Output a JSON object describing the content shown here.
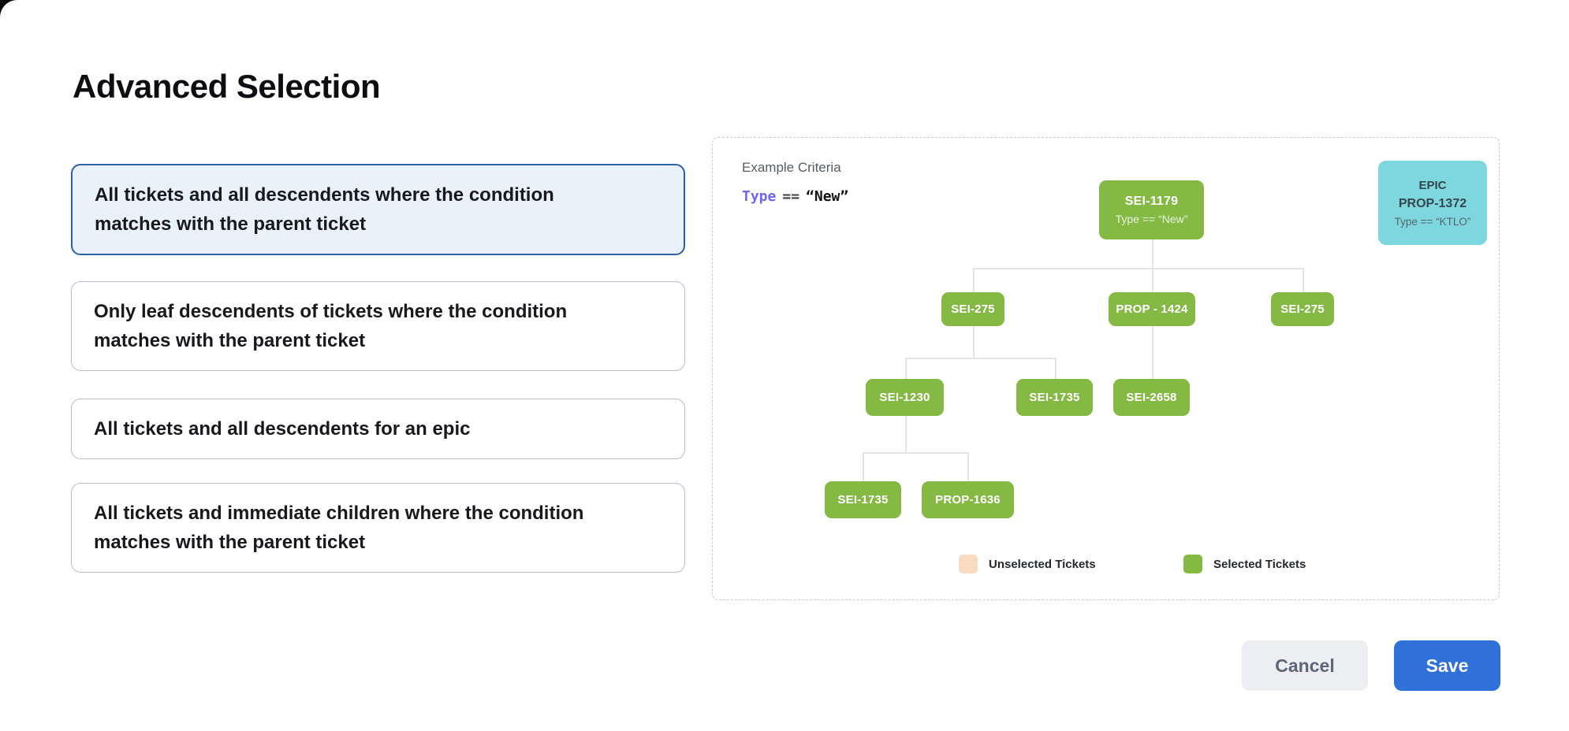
{
  "window": {
    "title": "Advanced Selection"
  },
  "options": [
    {
      "label": "All tickets and all descendents where the condition matches with the parent ticket",
      "selected": true
    },
    {
      "label": "Only leaf descendents of tickets where the condition matches with the parent ticket",
      "selected": false
    },
    {
      "label": "All tickets and all descendents for an epic",
      "selected": false
    },
    {
      "label": "All tickets and immediate children where the condition matches with the parent ticket",
      "selected": false
    }
  ],
  "example": {
    "heading": "Example Criteria",
    "criteria": {
      "field": "Type",
      "operator": "==",
      "value": "“New”"
    },
    "epic_card": {
      "type_label": "EPIC",
      "id": "PROP-1372",
      "condition": "Type == “KTLO”"
    },
    "tree": {
      "root": {
        "id": "SEI-1179",
        "condition": "Type == “New”"
      },
      "children": [
        {
          "id": "SEI-275"
        },
        {
          "id": "PROP - 1424"
        },
        {
          "id": "SEI-275"
        },
        {
          "id": "SEI-1230"
        },
        {
          "id": "SEI-1735"
        },
        {
          "id": "SEI-2658"
        },
        {
          "id": "SEI-1735"
        },
        {
          "id": "PROP-1636"
        }
      ]
    },
    "legend": {
      "unselected": {
        "label": "Unselected Tickets",
        "color": "#f9dcc0"
      },
      "selected": {
        "label": "Selected Tickets",
        "color": "#84b944"
      }
    }
  },
  "footer": {
    "cancel_label": "Cancel",
    "save_label": "Save"
  },
  "colors": {
    "selected_node_green": "#84b944",
    "unselected_peach": "#f9dcc0",
    "epic_cyan": "#7ed7df",
    "selected_card_border": "#2a61a8",
    "selected_card_bg": "#e9f2fb",
    "save_button_blue": "#2f71d8",
    "criteria_field_purple": "#6f66f2",
    "connector_gray": "#e2e4e8"
  }
}
